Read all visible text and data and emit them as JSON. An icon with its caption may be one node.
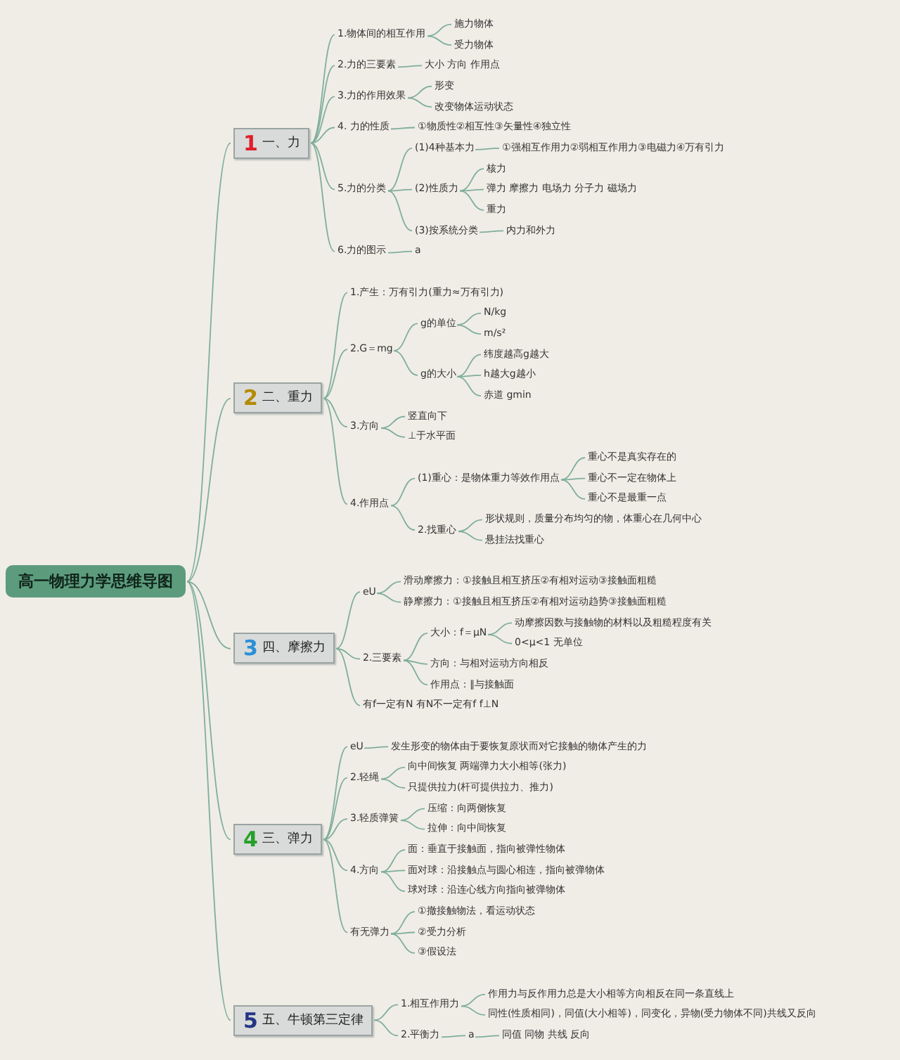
{
  "diagram": {
    "nodes": [
      {
        "text": [
          "高一物理力学思维导图"
        ]
      },
      {
        "text": [
          "1",
          "一、力"
        ]
      },
      {
        "text": [
          "1.物体间的相互作用"
        ]
      },
      {
        "text": [
          "施力物体"
        ]
      },
      {
        "text": [
          "受力物体"
        ]
      },
      {
        "text": [
          "2.力的三要素"
        ]
      },
      {
        "text": [
          "大小 方向 作用点"
        ]
      },
      {
        "text": [
          "3.力的作用效果"
        ]
      },
      {
        "text": [
          "形变"
        ]
      },
      {
        "text": [
          "改变物体运动状态"
        ]
      },
      {
        "text": [
          "4. 力的性质"
        ]
      },
      {
        "text": [
          "①物质性②相互性③矢量性④独立性"
        ]
      },
      {
        "text": [
          "5.力的分类"
        ]
      },
      {
        "text": [
          "(1)4种基本力"
        ]
      },
      {
        "text": [
          "①强相互作用力②弱相互作用力③电磁力④万有引力"
        ]
      },
      {
        "text": [
          "(2)性质力"
        ]
      },
      {
        "text": [
          "核力"
        ]
      },
      {
        "text": [
          "弹力 摩擦力 电场力 分子力 磁场力"
        ]
      },
      {
        "text": [
          "重力"
        ]
      },
      {
        "text": [
          "(3)按系统分类"
        ]
      },
      {
        "text": [
          "内力和外力"
        ]
      },
      {
        "text": [
          "6.力的图示"
        ]
      },
      {
        "text": [
          "a"
        ]
      },
      {
        "text": [
          "2",
          "二、重力"
        ]
      },
      {
        "text": [
          "1.产生：万有引力(重力≈万有引力)"
        ]
      },
      {
        "text": [
          "2.G＝mg"
        ]
      },
      {
        "text": [
          "g的单位"
        ]
      },
      {
        "text": [
          "N/kg"
        ]
      },
      {
        "text": [
          "m/s²"
        ]
      },
      {
        "text": [
          "g的大小"
        ]
      },
      {
        "text": [
          "纬度越高g越大"
        ]
      },
      {
        "text": [
          "h越大g越小"
        ]
      },
      {
        "text": [
          "赤道 gmin"
        ]
      },
      {
        "text": [
          "3.方向"
        ]
      },
      {
        "text": [
          "竖直向下"
        ]
      },
      {
        "text": [
          "⊥于水平面"
        ]
      },
      {
        "text": [
          "4.作用点"
        ]
      },
      {
        "text": [
          "(1)重心：是物体重力等效作用点"
        ]
      },
      {
        "text": [
          "重心不是真实存在的"
        ]
      },
      {
        "text": [
          "重心不一定在物体上"
        ]
      },
      {
        "text": [
          "重心不是最重一点"
        ]
      },
      {
        "text": [
          "2.找重心"
        ]
      },
      {
        "text": [
          "形状规则，质量分布均匀的物，体重心在几何中心"
        ]
      },
      {
        "text": [
          "悬挂法找重心"
        ]
      },
      {
        "text": [
          "3",
          "四、摩擦力"
        ]
      },
      {
        "text": [
          "eU"
        ]
      },
      {
        "text": [
          "滑动摩擦力：①接触且相互挤压②有相对运动③接触面粗糙"
        ]
      },
      {
        "text": [
          "静摩擦力：①接触且相互挤压②有相对运动趋势③接触面粗糙"
        ]
      },
      {
        "text": [
          "2.三要素"
        ]
      },
      {
        "text": [
          "大小：f＝μN"
        ]
      },
      {
        "text": [
          "动摩擦因数与接触物的材料以及粗糙程度有关"
        ]
      },
      {
        "text": [
          "0<μ<1 无单位"
        ]
      },
      {
        "text": [
          "方向：与相对运动方向相反"
        ]
      },
      {
        "text": [
          "作用点：∥与接触面"
        ]
      },
      {
        "text": [
          "有f一定有N 有N不一定有f f⊥N"
        ]
      },
      {
        "text": [
          "4",
          "三、弹力"
        ]
      },
      {
        "text": [
          "eU"
        ]
      },
      {
        "text": [
          "发生形变的物体由于要恢复原状而对它接触的物体产生的力"
        ]
      },
      {
        "text": [
          "2.轻绳"
        ]
      },
      {
        "text": [
          "向中间恢复 两端弹力大小相等(张力)"
        ]
      },
      {
        "text": [
          "只提供拉力(杆可提供拉力、推力)"
        ]
      },
      {
        "text": [
          "3.轻质弹簧"
        ]
      },
      {
        "text": [
          "压缩：向两侧恢复"
        ]
      },
      {
        "text": [
          "拉伸：向中间恢复"
        ]
      },
      {
        "text": [
          "4.方向"
        ]
      },
      {
        "text": [
          "面：垂直于接触面，指向被弹性物体"
        ]
      },
      {
        "text": [
          "面对球：沿接触点与圆心相连，指向被弹物体"
        ]
      },
      {
        "text": [
          "球对球：沿连心线方向指向被弹物体"
        ]
      },
      {
        "text": [
          "有无弹力"
        ]
      },
      {
        "text": [
          "①撤接触物法，看运动状态"
        ]
      },
      {
        "text": [
          "②受力分析"
        ]
      },
      {
        "text": [
          "③假设法"
        ]
      },
      {
        "text": [
          "5",
          "五、牛顿第三定律"
        ]
      },
      {
        "text": [
          "1.相互作用力"
        ]
      },
      {
        "text": [
          "作用力与反作用力总是大小相等方向相反在同一条直线上"
        ]
      },
      {
        "text": [
          "同性(性质相同)，同值(大小相等)，同变化，异物(受力物体不同)共线又反向"
        ]
      },
      {
        "text": [
          "2.平衡力"
        ]
      },
      {
        "text": [
          "a"
        ]
      },
      {
        "text": [
          "同值 同物 共线 反向"
        ]
      }
    ],
    "edges": [
      {
        "from": 0,
        "to": 1,
        "arrow": "none"
      },
      {
        "from": 1,
        "to": 2,
        "arrow": "none"
      },
      {
        "from": 2,
        "to": 3,
        "arrow": "none"
      },
      {
        "from": 2,
        "to": 4,
        "arrow": "none"
      },
      {
        "from": 1,
        "to": 5,
        "arrow": "none"
      },
      {
        "from": 5,
        "to": 6,
        "arrow": "none"
      },
      {
        "from": 1,
        "to": 7,
        "arrow": "none"
      },
      {
        "from": 7,
        "to": 8,
        "arrow": "none"
      },
      {
        "from": 7,
        "to": 9,
        "arrow": "none"
      },
      {
        "from": 1,
        "to": 10,
        "arrow": "none"
      },
      {
        "from": 10,
        "to": 11,
        "arrow": "none"
      },
      {
        "from": 1,
        "to": 12,
        "arrow": "none"
      },
      {
        "from": 12,
        "to": 13,
        "arrow": "none"
      },
      {
        "from": 13,
        "to": 14,
        "arrow": "none"
      },
      {
        "from": 12,
        "to": 15,
        "arrow": "none"
      },
      {
        "from": 15,
        "to": 16,
        "arrow": "none"
      },
      {
        "from": 15,
        "to": 17,
        "arrow": "none"
      },
      {
        "from": 15,
        "to": 18,
        "arrow": "none"
      },
      {
        "from": 12,
        "to": 19,
        "arrow": "none"
      },
      {
        "from": 19,
        "to": 20,
        "arrow": "none"
      },
      {
        "from": 1,
        "to": 21,
        "arrow": "none"
      },
      {
        "from": 21,
        "to": 22,
        "arrow": "none"
      },
      {
        "from": 0,
        "to": 23,
        "arrow": "none"
      },
      {
        "from": 23,
        "to": 24,
        "arrow": "none"
      },
      {
        "from": 23,
        "to": 25,
        "arrow": "none"
      },
      {
        "from": 25,
        "to": 26,
        "arrow": "none"
      },
      {
        "from": 26,
        "to": 27,
        "arrow": "none"
      },
      {
        "from": 26,
        "to": 28,
        "arrow": "none"
      },
      {
        "from": 25,
        "to": 29,
        "arrow": "none"
      },
      {
        "from": 29,
        "to": 30,
        "arrow": "none"
      },
      {
        "from": 29,
        "to": 31,
        "arrow": "none"
      },
      {
        "from": 29,
        "to": 32,
        "arrow": "none"
      },
      {
        "from": 23,
        "to": 33,
        "arrow": "none"
      },
      {
        "from": 33,
        "to": 34,
        "arrow": "none"
      },
      {
        "from": 33,
        "to": 35,
        "arrow": "none"
      },
      {
        "from": 23,
        "to": 36,
        "arrow": "none"
      },
      {
        "from": 36,
        "to": 37,
        "arrow": "none"
      },
      {
        "from": 37,
        "to": 38,
        "arrow": "none"
      },
      {
        "from": 37,
        "to": 39,
        "arrow": "none"
      },
      {
        "from": 37,
        "to": 40,
        "arrow": "none"
      },
      {
        "from": 36,
        "to": 41,
        "arrow": "none"
      },
      {
        "from": 41,
        "to": 42,
        "arrow": "none"
      },
      {
        "from": 41,
        "to": 43,
        "arrow": "none"
      },
      {
        "from": 0,
        "to": 44,
        "arrow": "none"
      },
      {
        "from": 44,
        "to": 45,
        "arrow": "none"
      },
      {
        "from": 45,
        "to": 46,
        "arrow": "none"
      },
      {
        "from": 45,
        "to": 47,
        "arrow": "none"
      },
      {
        "from": 44,
        "to": 48,
        "arrow": "none"
      },
      {
        "from": 48,
        "to": 49,
        "arrow": "none"
      },
      {
        "from": 49,
        "to": 50,
        "arrow": "none"
      },
      {
        "from": 49,
        "to": 51,
        "arrow": "none"
      },
      {
        "from": 48,
        "to": 52,
        "arrow": "none"
      },
      {
        "from": 48,
        "to": 53,
        "arrow": "none"
      },
      {
        "from": 44,
        "to": 54,
        "arrow": "none"
      },
      {
        "from": 0,
        "to": 55,
        "arrow": "none"
      },
      {
        "from": 55,
        "to": 56,
        "arrow": "none"
      },
      {
        "from": 56,
        "to": 57,
        "arrow": "none"
      },
      {
        "from": 55,
        "to": 58,
        "arrow": "none"
      },
      {
        "from": 58,
        "to": 59,
        "arrow": "none"
      },
      {
        "from": 58,
        "to": 60,
        "arrow": "none"
      },
      {
        "from": 55,
        "to": 61,
        "arrow": "none"
      },
      {
        "from": 61,
        "to": 62,
        "arrow": "none"
      },
      {
        "from": 61,
        "to": 63,
        "arrow": "none"
      },
      {
        "from": 55,
        "to": 64,
        "arrow": "none"
      },
      {
        "from": 64,
        "to": 65,
        "arrow": "none"
      },
      {
        "from": 64,
        "to": 66,
        "arrow": "none"
      },
      {
        "from": 64,
        "to": 67,
        "arrow": "none"
      },
      {
        "from": 55,
        "to": 68,
        "arrow": "none"
      },
      {
        "from": 68,
        "to": 69,
        "arrow": "none"
      },
      {
        "from": 68,
        "to": 70,
        "arrow": "none"
      },
      {
        "from": 68,
        "to": 71,
        "arrow": "none"
      },
      {
        "from": 0,
        "to": 72,
        "arrow": "none"
      },
      {
        "from": 72,
        "to": 73,
        "arrow": "none"
      },
      {
        "from": 73,
        "to": 74,
        "arrow": "none"
      },
      {
        "from": 73,
        "to": 75,
        "arrow": "none"
      },
      {
        "from": 72,
        "to": 76,
        "arrow": "none"
      },
      {
        "from": 76,
        "to": 77,
        "arrow": "none"
      },
      {
        "from": 77,
        "to": 78,
        "arrow": "none"
      }
    ]
  }
}
